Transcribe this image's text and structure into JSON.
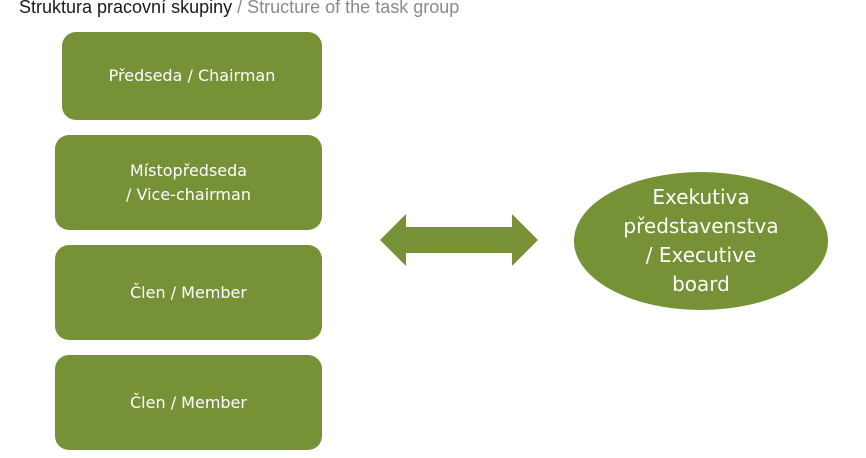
{
  "heading": {
    "main": "Struktura pracovní skupiny",
    "separator": " / ",
    "sub": "Structure of the task group"
  },
  "colors": {
    "shape_fill": "#769136",
    "shape_text": "#ffffff",
    "heading_sub": "#8a8a8a"
  },
  "boxes": [
    {
      "lines": [
        "Předseda / Chairman"
      ]
    },
    {
      "lines": [
        "Místopředseda",
        "/ Vice-chairman"
      ]
    },
    {
      "lines": [
        "Člen / Member"
      ]
    },
    {
      "lines": [
        "Člen / Member"
      ]
    }
  ],
  "connector": {
    "icon": "double-arrow-icon"
  },
  "executive": {
    "lines": [
      "Exekutiva",
      "představenstva",
      "/ Executive",
      "board"
    ]
  }
}
